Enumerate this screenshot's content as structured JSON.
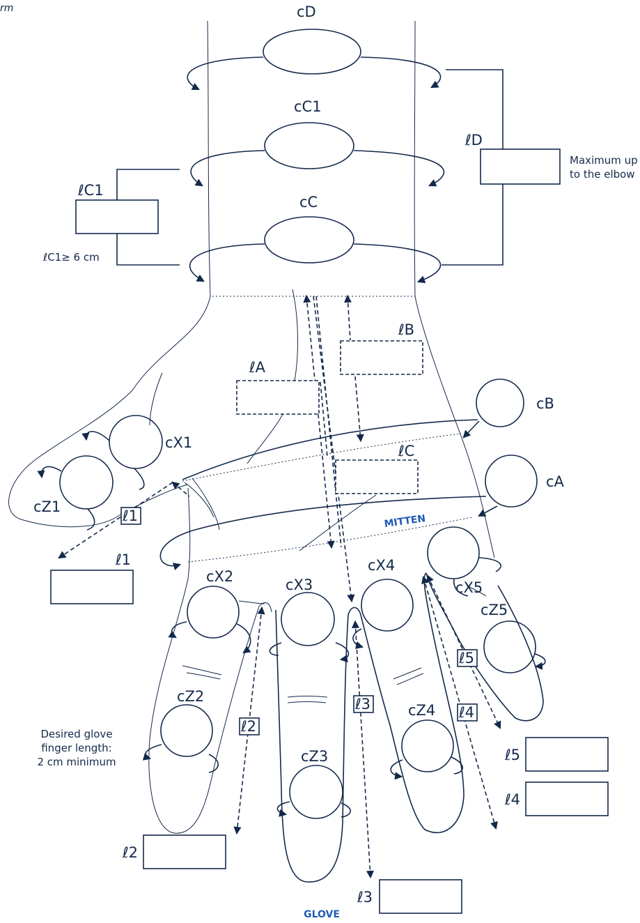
{
  "corner_label": "rm",
  "circles": {
    "cD": "cD",
    "cC1": "cC1",
    "cC": "cC",
    "cB": "cB",
    "cA": "cA",
    "cX1": "cX1",
    "cZ1": "cZ1",
    "cX2": "cX2",
    "cX3": "cX3",
    "cX4": "cX4",
    "cX5": "cX5",
    "cZ5": "cZ5",
    "cZ2": "cZ2",
    "cZ3": "cZ3",
    "cZ4": "cZ4"
  },
  "lengths": {
    "lD": "ℓD",
    "lC1": "ℓC1",
    "lB": "ℓB",
    "lA": "ℓA",
    "lC": "ℓC",
    "l1_tag": "ℓ1",
    "l1": "ℓ1",
    "l2_tag": "ℓ2",
    "l2": "ℓ2",
    "l3_tag": "ℓ3",
    "l3": "ℓ3",
    "l4_tag": "ℓ4",
    "l4": "ℓ4",
    "l5_tag": "ℓ5",
    "l5": "ℓ5"
  },
  "notes": {
    "lC1_min": "ℓC1≥ 6 cm",
    "max_elbow_line1": "Maximum up",
    "max_elbow_line2": "to the elbow",
    "finger_line1": "Desired glove",
    "finger_line2": "finger length:",
    "finger_line3": "2 cm minimum"
  },
  "markers": {
    "mitten": "MITTEN",
    "glove": "GLOVE"
  }
}
